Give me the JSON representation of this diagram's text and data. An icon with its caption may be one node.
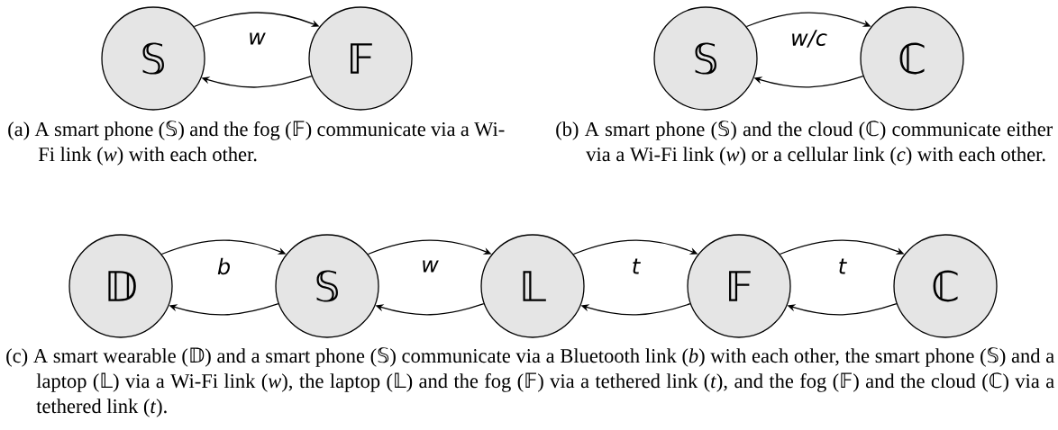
{
  "diagram": {
    "nodes": [
      {
        "text": [
          "𝕊"
        ]
      },
      {
        "text": [
          "𝔽"
        ]
      },
      {
        "text": [
          "𝕊"
        ]
      },
      {
        "text": [
          "ℂ"
        ]
      },
      {
        "text": [
          "𝔻"
        ]
      },
      {
        "text": [
          "𝕊"
        ]
      },
      {
        "text": [
          "𝕃"
        ]
      },
      {
        "text": [
          "𝔽"
        ]
      },
      {
        "text": [
          "ℂ"
        ]
      }
    ],
    "edges": [
      {
        "from": 0,
        "to": 1,
        "arrow": "to",
        "label": "w"
      },
      {
        "from": 1,
        "to": 0,
        "arrow": "to"
      },
      {
        "from": 2,
        "to": 3,
        "arrow": "to",
        "label": "w/c"
      },
      {
        "from": 3,
        "to": 2,
        "arrow": "to"
      },
      {
        "from": 4,
        "to": 5,
        "arrow": "to",
        "label": "b"
      },
      {
        "from": 5,
        "to": 4,
        "arrow": "to"
      },
      {
        "from": 5,
        "to": 6,
        "arrow": "to",
        "label": "w"
      },
      {
        "from": 6,
        "to": 5,
        "arrow": "to"
      },
      {
        "from": 6,
        "to": 7,
        "arrow": "to",
        "label": "t"
      },
      {
        "from": 7,
        "to": 6,
        "arrow": "to"
      },
      {
        "from": 7,
        "to": 8,
        "arrow": "to",
        "label": "t"
      },
      {
        "from": 8,
        "to": 7,
        "arrow": "to"
      }
    ],
    "labels": [
      "(a) A smart phone (𝕊) and the fog (𝔽) communicate via a Wi-Fi link (*w*) with each other.",
      "(b) A smart phone (𝕊) and the cloud (ℂ) communicate either via a Wi-Fi link (*w*) or a cellular link (*c*) with each other.",
      "(c) A smart wearable (𝔻) and a smart phone (𝕊) communicate via a Bluetooth link (*b*) with each other, the smart phone (𝕊) and a laptop (𝕃) via a Wi-Fi link (*w*), the laptop (𝕃) and the fog (𝔽) via a tethered link (*t*), and the fog (𝔽) and the cloud (ℂ) via a tethered link (*t*)."
    ]
  }
}
